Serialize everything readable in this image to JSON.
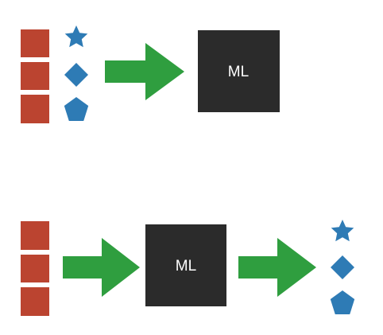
{
  "colors": {
    "feature_block": "#bb4430",
    "symbol": "#2e7bb5",
    "arrow": "#2f9e3f",
    "model_box": "#2b2b2b",
    "model_text": "#ffffff"
  },
  "training_row": {
    "model_label": "ML",
    "feature_blocks": 3,
    "symbols": [
      "star-icon",
      "diamond-icon",
      "pentagon-icon"
    ]
  },
  "inference_row": {
    "model_label": "ML",
    "feature_blocks": 3,
    "symbols": [
      "star-icon",
      "diamond-icon",
      "pentagon-icon"
    ]
  }
}
